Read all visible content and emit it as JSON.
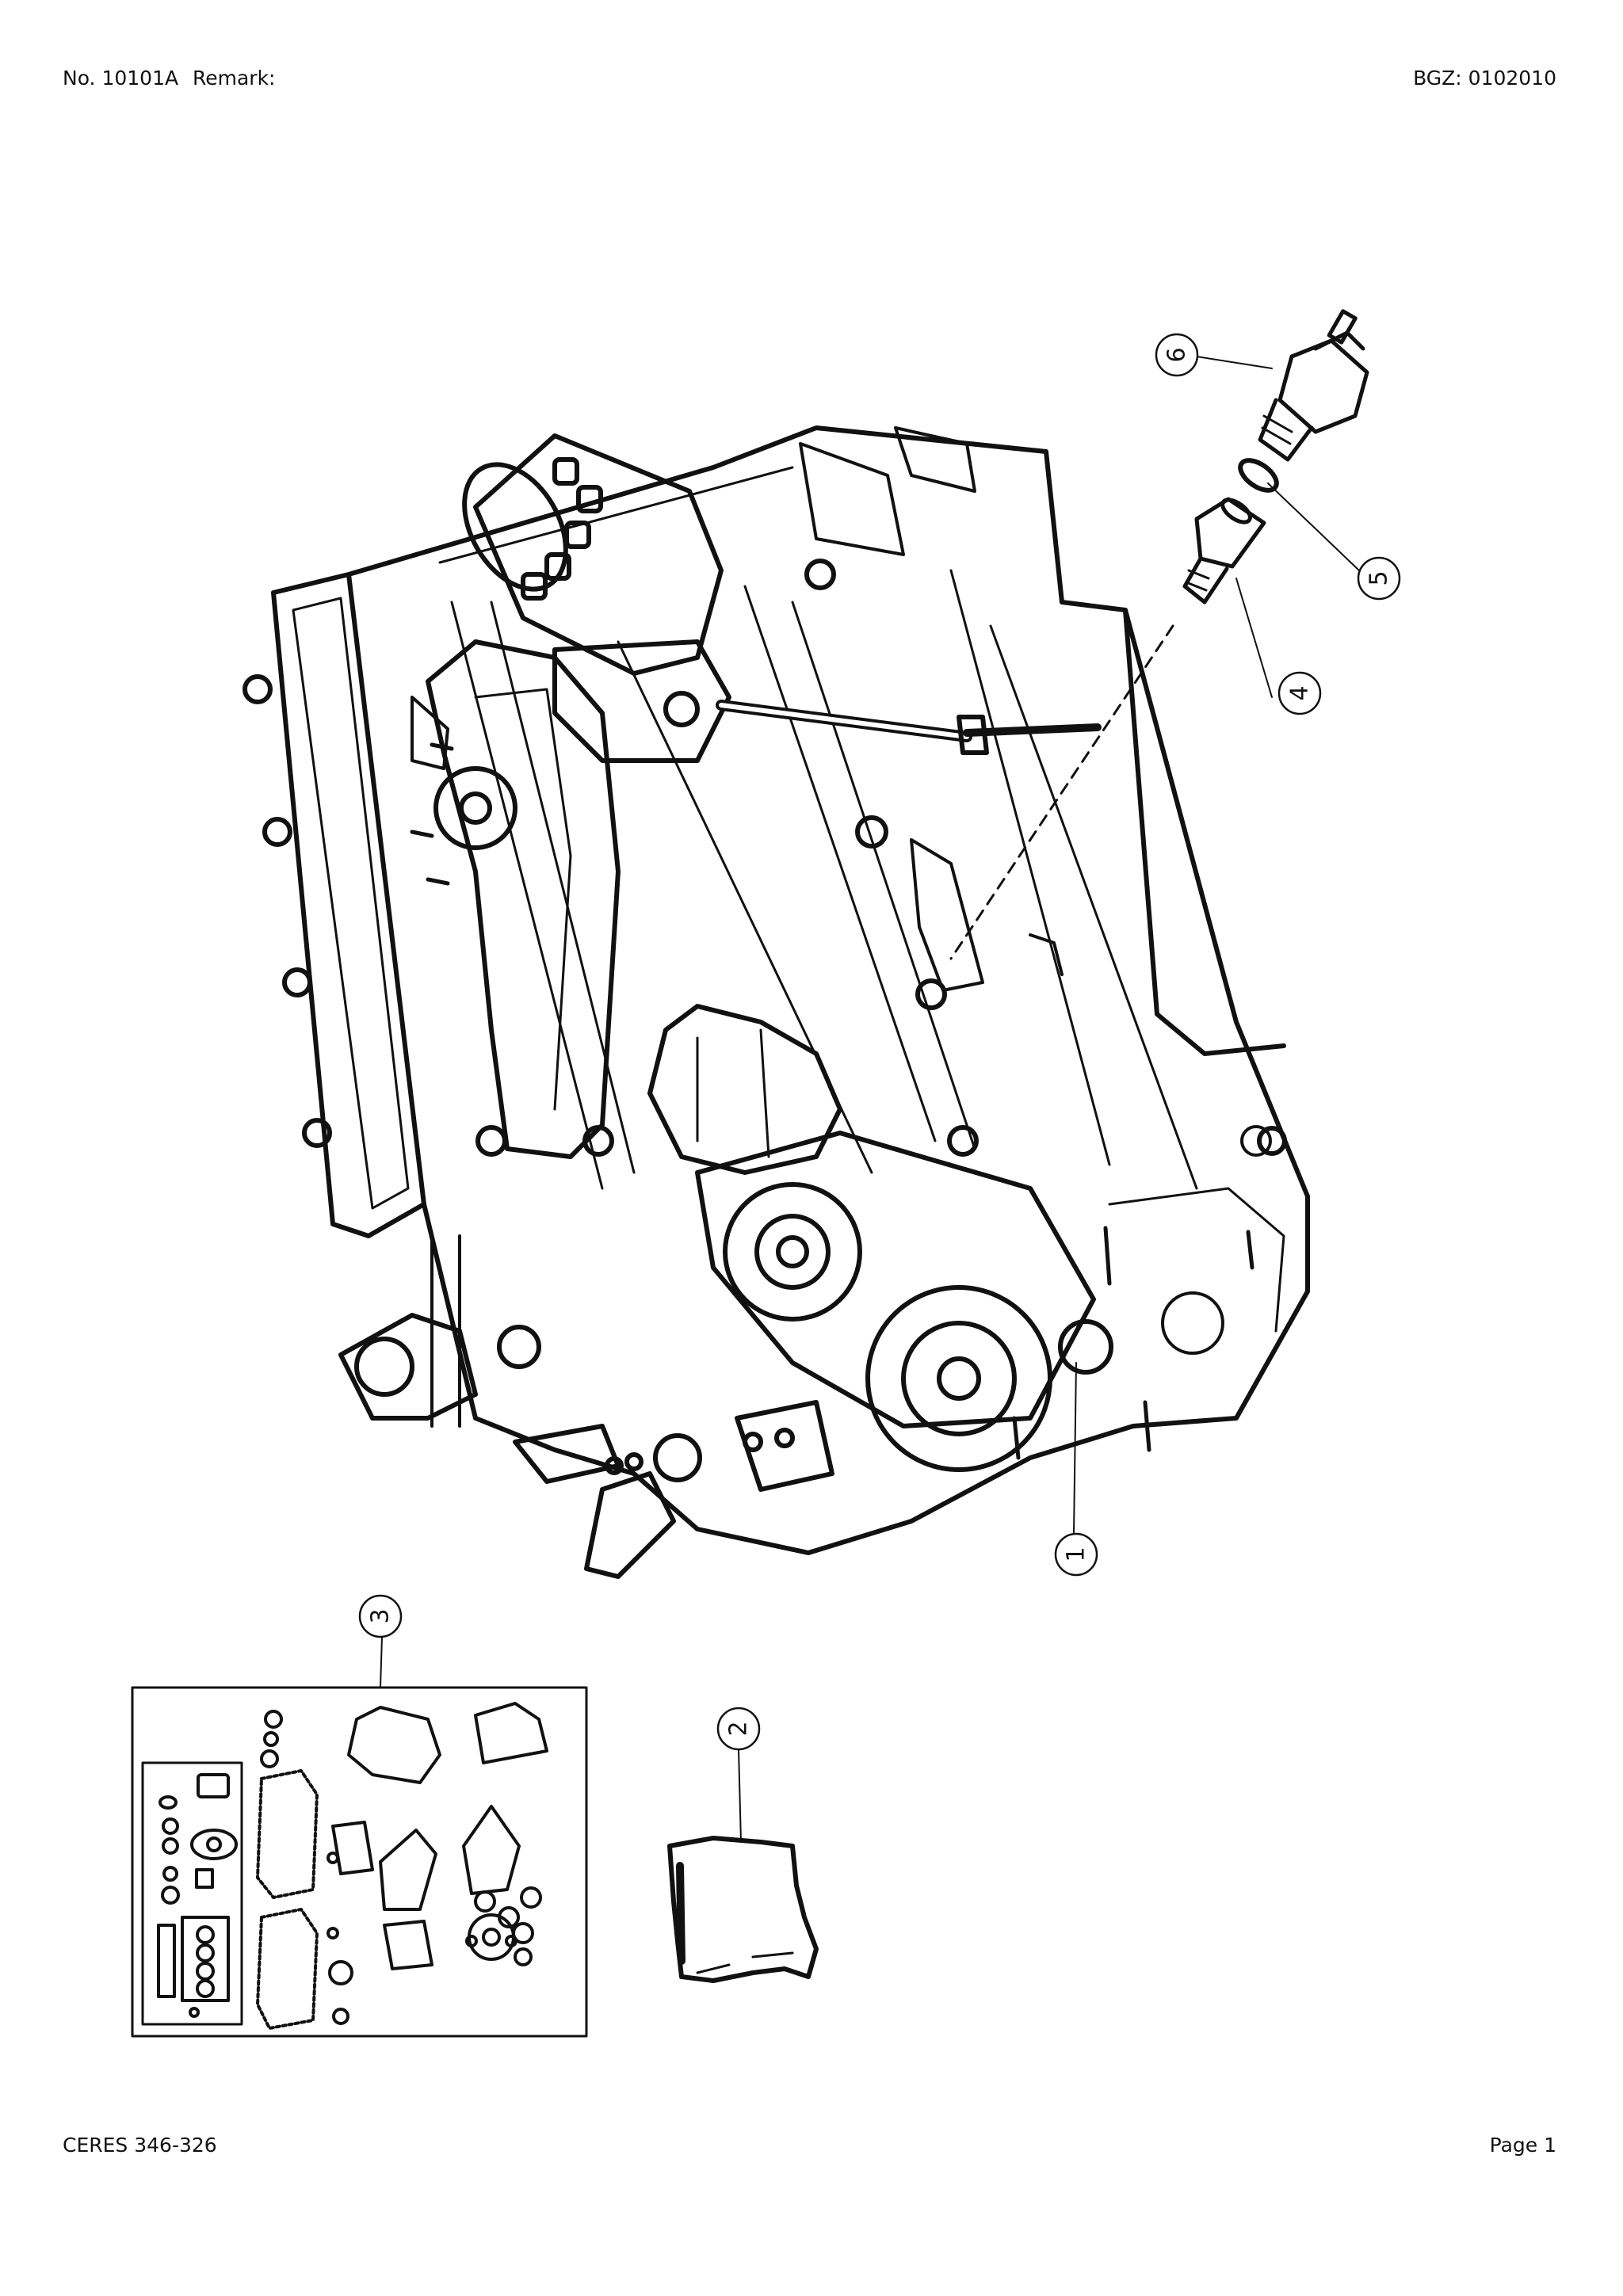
{
  "header": {
    "number": "No. 10101A",
    "remark": "Remark:",
    "bgz": "BGZ: 0102010"
  },
  "footer": {
    "model": "CERES 346-326",
    "page": "Page 1"
  },
  "callouts": [
    "1",
    "2",
    "3",
    "4",
    "5",
    "6"
  ]
}
